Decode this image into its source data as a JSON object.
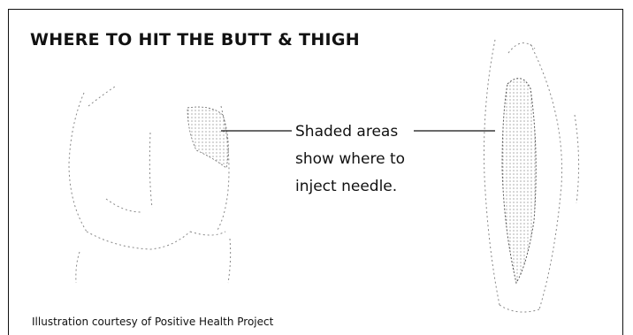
{
  "title": "WHERE TO HIT THE BUTT & THIGH",
  "caption": {
    "line1": "Shaded areas",
    "line2": "show where to",
    "line3": "inject needle."
  },
  "credit": "Illustration courtesy of Positive Health Project"
}
